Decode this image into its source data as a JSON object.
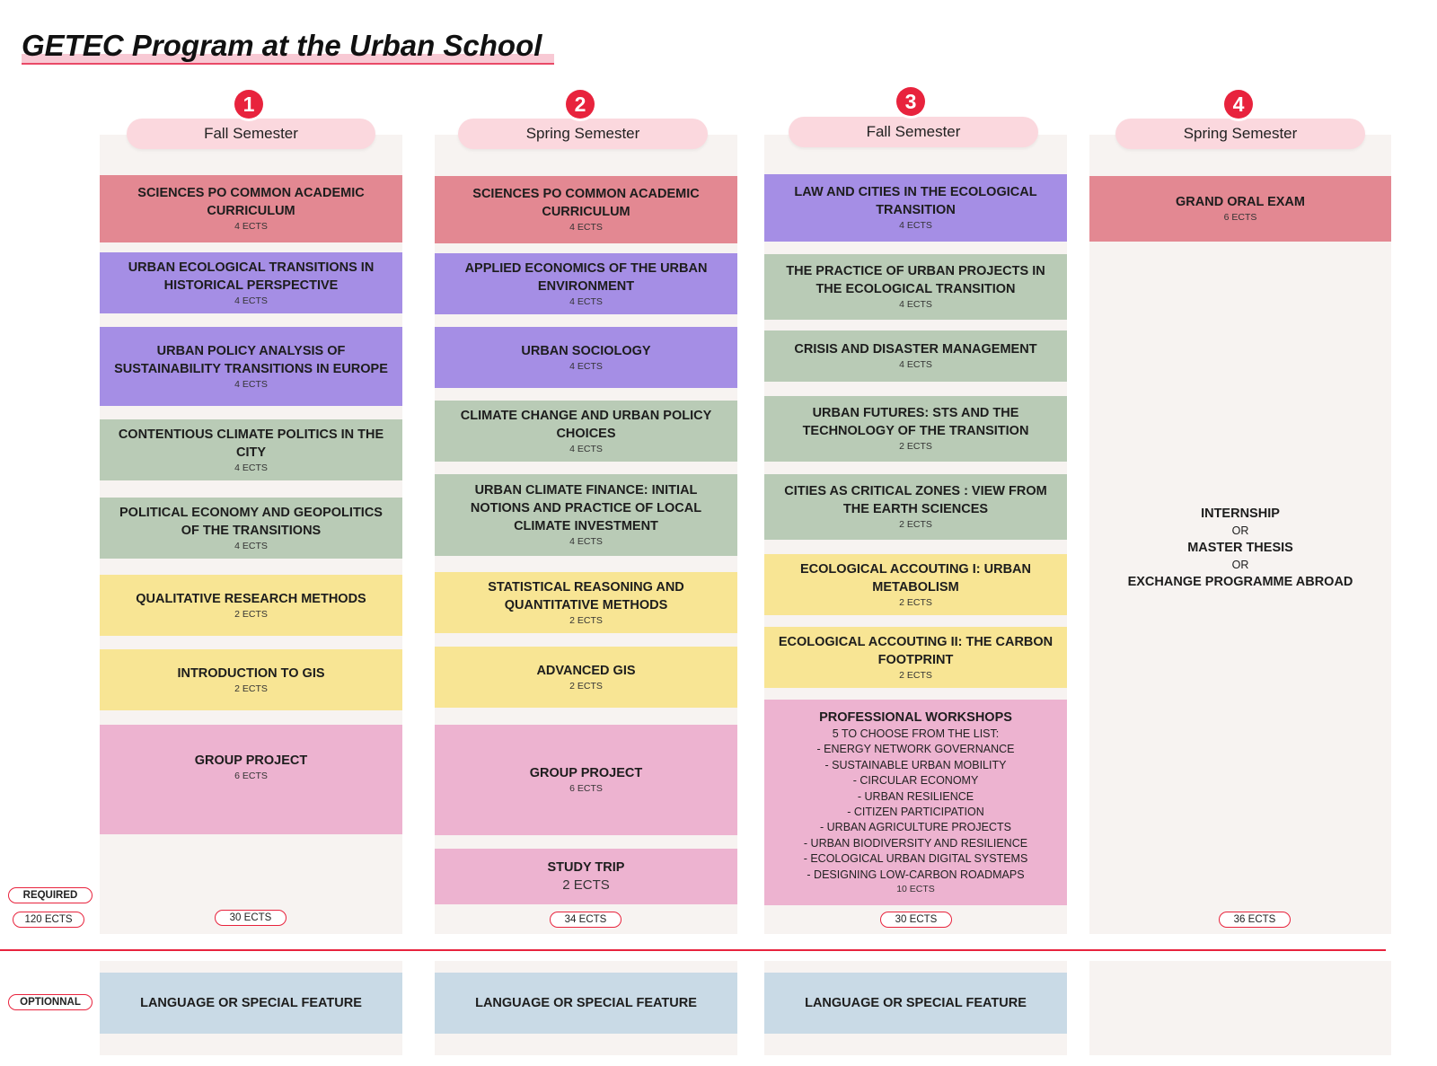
{
  "title": "GETEC Program at the Urban School",
  "side": {
    "required": "REQUIRED",
    "required_total": "120 ECTS",
    "optional": "OPTIONNAL"
  },
  "semesters": [
    {
      "number": "1",
      "label": "Fall Semester",
      "total": "30 ECTS",
      "courses": [
        {
          "name": "SCIENCES PO COMMON ACADEMIC CURRICULUM",
          "ects": "4 ECTS"
        },
        {
          "name": "URBAN ECOLOGICAL TRANSITIONS IN HISTORICAL PERSPECTIVE",
          "ects": "4 ECTS"
        },
        {
          "name": "URBAN POLICY ANALYSIS OF SUSTAINABILITY TRANSITIONS IN EUROPE",
          "ects": "4 ECTS"
        },
        {
          "name": "CONTENTIOUS CLIMATE POLITICS IN THE CITY",
          "ects": "4 ECTS"
        },
        {
          "name": "POLITICAL ECONOMY AND GEOPOLITICS OF THE TRANSITIONS",
          "ects": "4 ECTS"
        },
        {
          "name": "QUALITATIVE RESEARCH METHODS",
          "ects": "2 ECTS"
        },
        {
          "name": "INTRODUCTION TO GIS",
          "ects": "2 ECTS"
        },
        {
          "name": "GROUP PROJECT",
          "ects": "6 ECTS"
        }
      ],
      "optional": "LANGUAGE OR SPECIAL FEATURE"
    },
    {
      "number": "2",
      "label": "Spring Semester",
      "total": "34 ECTS",
      "courses": [
        {
          "name": "SCIENCES PO COMMON ACADEMIC CURRICULUM",
          "ects": "4 ECTS"
        },
        {
          "name": "APPLIED ECONOMICS OF THE URBAN ENVIRONMENT",
          "ects": "4 ECTS"
        },
        {
          "name": "URBAN SOCIOLOGY",
          "ects": "4 ECTS"
        },
        {
          "name": "CLIMATE CHANGE AND URBAN POLICY CHOICES",
          "ects": "4 ECTS"
        },
        {
          "name": "URBAN CLIMATE FINANCE: INITIAL NOTIONS AND PRACTICE OF LOCAL CLIMATE INVESTMENT",
          "ects": "4 ECTS"
        },
        {
          "name": "STATISTICAL REASONING AND QUANTITATIVE METHODS",
          "ects": "2 ECTS"
        },
        {
          "name": "ADVANCED GIS",
          "ects": "2 ECTS"
        },
        {
          "name": "GROUP PROJECT",
          "ects": "6 ECTS"
        },
        {
          "name": "STUDY TRIP",
          "ects": "2 ECTS"
        }
      ],
      "optional": "LANGUAGE OR SPECIAL FEATURE"
    },
    {
      "number": "3",
      "label": "Fall Semester",
      "total": "30 ECTS",
      "courses": [
        {
          "name": "LAW AND CITIES IN THE ECOLOGICAL TRANSITION",
          "ects": "4 ECTS"
        },
        {
          "name": "THE PRACTICE OF URBAN PROJECTS IN THE ECOLOGICAL TRANSITION",
          "ects": "4 ECTS"
        },
        {
          "name": "CRISIS AND DISASTER MANAGEMENT",
          "ects": "4 ECTS"
        },
        {
          "name": "URBAN FUTURES: STS AND THE TECHNOLOGY OF THE TRANSITION",
          "ects": "2 ECTS"
        },
        {
          "name": "CITIES AS CRITICAL ZONES : VIEW FROM THE EARTH SCIENCES",
          "ects": "2 ECTS"
        },
        {
          "name": "ECOLOGICAL ACCOUTING I: URBAN METABOLISM",
          "ects": "2 ECTS"
        },
        {
          "name": "ECOLOGICAL ACCOUTING II: THE CARBON FOOTPRINT",
          "ects": "2 ECTS"
        },
        {
          "name": "PROFESSIONAL WORKSHOPS",
          "ects": "10 ECTS",
          "sub": [
            "5 TO CHOOSE FROM THE LIST:",
            "- ENERGY NETWORK GOVERNANCE",
            "- SUSTAINABLE URBAN MOBILITY",
            "- CIRCULAR ECONOMY",
            "- URBAN RESILIENCE",
            "- CITIZEN PARTICIPATION",
            "- URBAN AGRICULTURE PROJECTS",
            "- URBAN BIODIVERSITY AND RESILIENCE",
            "- ECOLOGICAL URBAN DIGITAL SYSTEMS",
            "- DESIGNING LOW-CARBON ROADMAPS"
          ]
        }
      ],
      "optional": "LANGUAGE OR SPECIAL FEATURE"
    },
    {
      "number": "4",
      "label": "Spring Semester",
      "total": "36 ECTS",
      "courses": [
        {
          "name": "GRAND ORAL EXAM",
          "ects": "6 ECTS"
        }
      ],
      "options": [
        "INTERNSHIP",
        "OR",
        "MASTER THESIS",
        "OR",
        "EXCHANGE PROGRAMME ABROAD"
      ]
    }
  ]
}
